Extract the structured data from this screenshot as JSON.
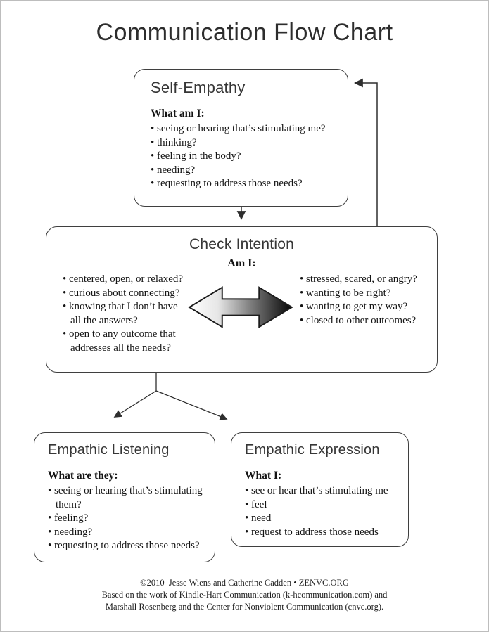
{
  "title": "Communication Flow Chart",
  "self_empathy": {
    "title": "Self-Empathy",
    "heading": "What am I:",
    "bullets": [
      "seeing or hearing that’s stimulating me?",
      "thinking?",
      "feeling in the body?",
      "needing?",
      "requesting to address those needs?"
    ]
  },
  "check_intention": {
    "title": "Check Intention",
    "heading": "Am I:",
    "left_bullets": [
      "centered, open, or relaxed?",
      "curious about connecting?",
      "knowing that I don’t have\nall the answers?",
      "open to any outcome that\naddresses all the needs?"
    ],
    "right_bullets": [
      "stressed, scared, or angry?",
      "wanting to be right?",
      "wanting to get my way?",
      "closed to other outcomes?"
    ]
  },
  "empathic_listening": {
    "title": "Empathic Listening",
    "heading": "What are they:",
    "bullets": [
      "seeing or hearing that’s stimulating\nthem?",
      "feeling?",
      "needing?",
      "requesting to address those needs?"
    ]
  },
  "empathic_expression": {
    "title": "Empathic Expression",
    "heading": "What I:",
    "bullets": [
      "see or hear that’s stimulating me",
      "feel",
      "need",
      "request to address those needs"
    ]
  },
  "footer": {
    "line1": "©2010  Jesse Wiens and Catherine Cadden • ZENVC.ORG",
    "line2": "Based on the work of Kindle-Hart Communication (k-hcommunication.com) and",
    "line3": "Marshall Rosenberg and the Center for Nonviolent Communication (cnvc.org)."
  },
  "colors": {
    "box_border": "#3f3f3f",
    "text": "#141414",
    "connector": "#2e2e2e",
    "arrow_gradient_start": "#ffffff",
    "arrow_gradient_end": "#050505"
  }
}
